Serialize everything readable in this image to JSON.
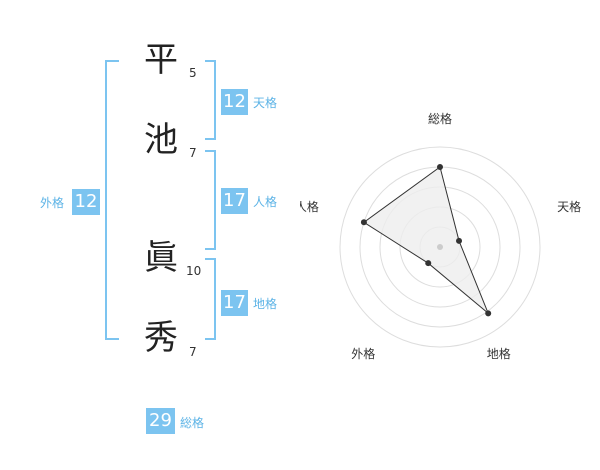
{
  "name": {
    "characters": [
      {
        "char": "平",
        "strokes": "5"
      },
      {
        "char": "池",
        "strokes": "7"
      },
      {
        "char": "眞",
        "strokes": "10"
      },
      {
        "char": "秀",
        "strokes": "7"
      }
    ]
  },
  "fortunes": {
    "tenkaku": {
      "value": "12",
      "label": "天格"
    },
    "jinkaku": {
      "value": "17",
      "label": "人格"
    },
    "chikaku": {
      "value": "17",
      "label": "地格"
    },
    "gaikaku": {
      "value": "12",
      "label": "外格"
    },
    "soukaku": {
      "value": "29",
      "label": "総格"
    }
  },
  "colors": {
    "accent": "#7cc4f0",
    "accent_text": "#5cb3e6",
    "chart_fill": "#eeeeee",
    "chart_stroke": "#333333",
    "ring_stroke": "#dddddd"
  },
  "chart_data": {
    "type": "radar",
    "categories": [
      "総格",
      "天格",
      "地格",
      "外格",
      "人格"
    ],
    "values": [
      0.8,
      0.2,
      0.82,
      0.2,
      0.8
    ],
    "range": [
      0,
      1
    ],
    "rings": 5,
    "grid": true
  }
}
